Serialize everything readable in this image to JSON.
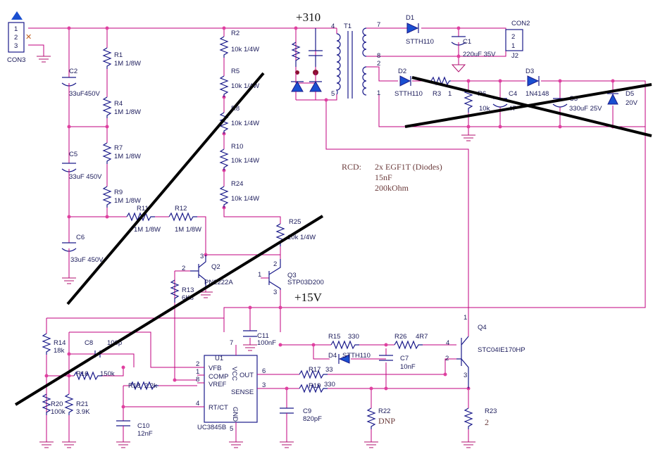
{
  "labels": {
    "v310": "+310",
    "v15": "+15V",
    "con3": "CON3",
    "con3_pins": [
      "1",
      "2",
      "3"
    ],
    "con2": "CON2",
    "con2_pins": [
      "2",
      "1"
    ],
    "j2": "J2",
    "t1": "T1",
    "t1_pins": [
      "4",
      "5",
      "7",
      "8",
      "2",
      "1"
    ],
    "rcd_title": "RCD:",
    "rcd_lines": [
      "2x EGF1T (Diodes)",
      "15nF",
      "200kOhm"
    ],
    "dnp": "DNP"
  },
  "components": {
    "R1": [
      "R1",
      "1M 1/8W"
    ],
    "R4": [
      "R4",
      "1M 1/8W"
    ],
    "R7": [
      "R7",
      "1M 1/8W"
    ],
    "R9": [
      "R9",
      "1M 1/8W"
    ],
    "R11": [
      "R11",
      "1M 1/8W"
    ],
    "R12": [
      "R12",
      "1M 1/8W"
    ],
    "R2": [
      "R2",
      "10k 1/4W"
    ],
    "R5": [
      "R5",
      "10k 1/4W"
    ],
    "R8": [
      "R8",
      "10k 1/4W"
    ],
    "R10": [
      "R10",
      "10k 1/4W"
    ],
    "R24": [
      "R24",
      "10k 1/4W"
    ],
    "R25": [
      "R25",
      "10k 1/4W"
    ],
    "C2": [
      "C2",
      "33uF450V"
    ],
    "C5": [
      "C5",
      "33uF 450V"
    ],
    "C6": [
      "C6",
      "33uF 450V"
    ],
    "D1": [
      "D1",
      "STTH110"
    ],
    "C1": [
      "C1",
      "220uF 35V"
    ],
    "D2": [
      "D2",
      "STTH110"
    ],
    "R3": [
      "R3",
      "1"
    ],
    "R6": [
      "R6",
      "10k"
    ],
    "C4": [
      "C4",
      "47"
    ],
    "D3": [
      "D3",
      "1N4148"
    ],
    "C3": [
      "C3",
      "330uF 25V"
    ],
    "D5": [
      "D5",
      "20V"
    ],
    "Q2": [
      "Q2",
      "PN2222A"
    ],
    "Q3": [
      "Q3",
      "STP03D200"
    ],
    "R13": [
      "R13",
      "6K8"
    ],
    "Q4": [
      "Q4",
      "STC04IE170HP"
    ],
    "R14": [
      "R14",
      "18k"
    ],
    "C8": [
      "C8",
      "100p"
    ],
    "R16": [
      "R16",
      "150k"
    ],
    "C11": [
      "C11",
      "100nF"
    ],
    "U1": [
      "U1",
      "UC3845B"
    ],
    "R15": [
      "R15",
      "330"
    ],
    "R26": [
      "R26",
      "4R7"
    ],
    "D4": [
      "D4",
      "STTH110"
    ],
    "C7": [
      "C7",
      "10nF"
    ],
    "R17": [
      "R17",
      "33"
    ],
    "R19": [
      "R19",
      "330"
    ],
    "R18": [
      "R18",
      "2.2k"
    ],
    "R20": [
      "R20",
      "100k"
    ],
    "R21": [
      "R21",
      "3.9K"
    ],
    "C10": [
      "C10",
      "12nF"
    ],
    "C9": [
      "C9",
      "820pF"
    ],
    "R22": [
      "R22",
      "DNP"
    ],
    "R23": [
      "R23",
      "2"
    ]
  },
  "u1_pins": {
    "vfb": "VFB",
    "comp": "COMP",
    "vref": "VREF",
    "rtct": "RT/CT",
    "vcc": "VCC",
    "out": "OUT",
    "sense": "SENSE",
    "gnd": "GND",
    "n1": "1",
    "n2": "2",
    "n3": "3",
    "n4": "4",
    "n5": "5",
    "n6": "6",
    "n7": "7",
    "n8": "8"
  },
  "pin_numbers": {
    "q2_b": "2",
    "q2_c": "3",
    "q3_b": "1",
    "q3_c": "2",
    "q3_e": "3",
    "q4_b": "2",
    "q4_c": "1",
    "q4_e": "3",
    "q4_x": "4"
  }
}
